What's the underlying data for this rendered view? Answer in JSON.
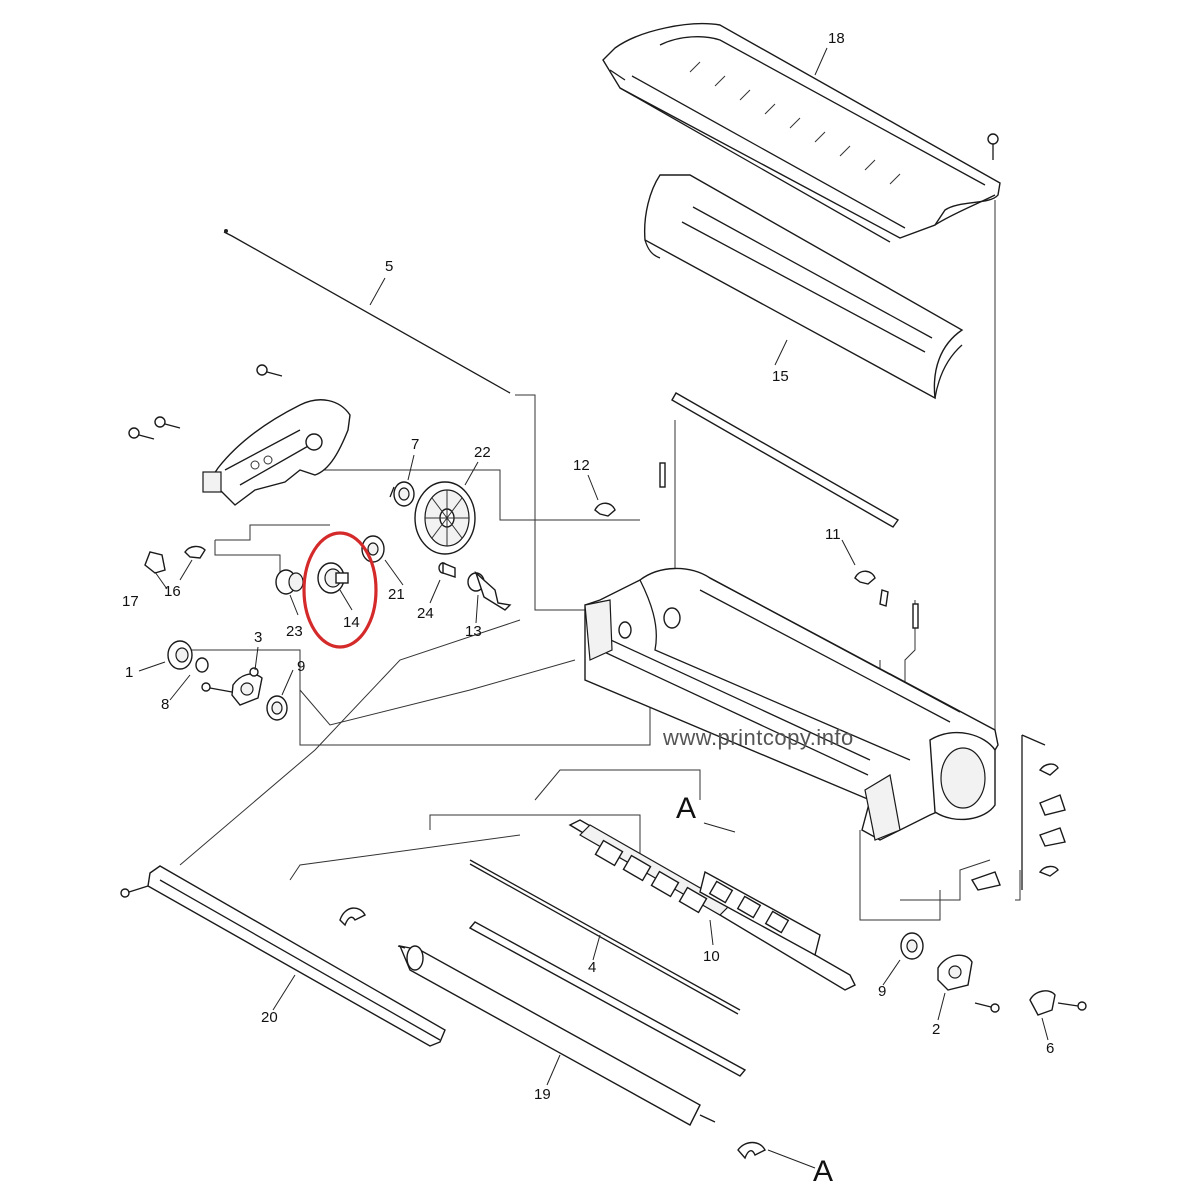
{
  "diagram": {
    "watermark": "www.printcopy.info",
    "section_label": "A",
    "highlight": {
      "part": "14",
      "color": "#d42a2a"
    },
    "callouts": [
      "1",
      "2",
      "3",
      "4",
      "5",
      "6",
      "7",
      "8",
      "9",
      "9",
      "10",
      "11",
      "12",
      "13",
      "14",
      "15",
      "16",
      "17",
      "18",
      "19",
      "20",
      "21",
      "22",
      "23",
      "24",
      "A",
      "A"
    ]
  }
}
